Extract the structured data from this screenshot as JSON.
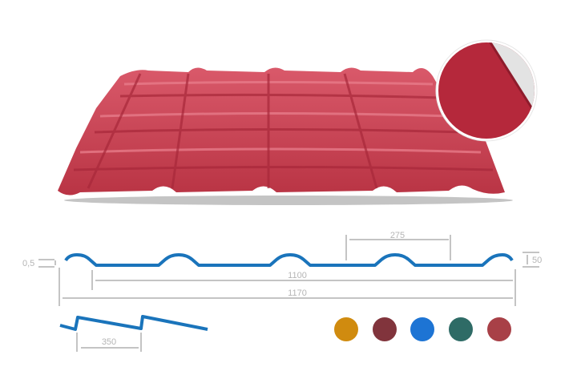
{
  "product": {
    "illustration": "metal-roof-tile-sheet",
    "color_hex": "#c9404f"
  },
  "profile": {
    "thickness_label": "0,5",
    "height_label": "50",
    "wave_pitch_label": "275",
    "useful_width_label": "1100",
    "total_width_label": "1170",
    "step_label": "350",
    "line_color": "#1a74bb"
  },
  "colors": [
    {
      "name": "yellow",
      "hex": "#d08b0f"
    },
    {
      "name": "wine-red",
      "hex": "#81343c"
    },
    {
      "name": "blue",
      "hex": "#1d74d4"
    },
    {
      "name": "green",
      "hex": "#2e6b66"
    },
    {
      "name": "red",
      "hex": "#a84047"
    }
  ]
}
